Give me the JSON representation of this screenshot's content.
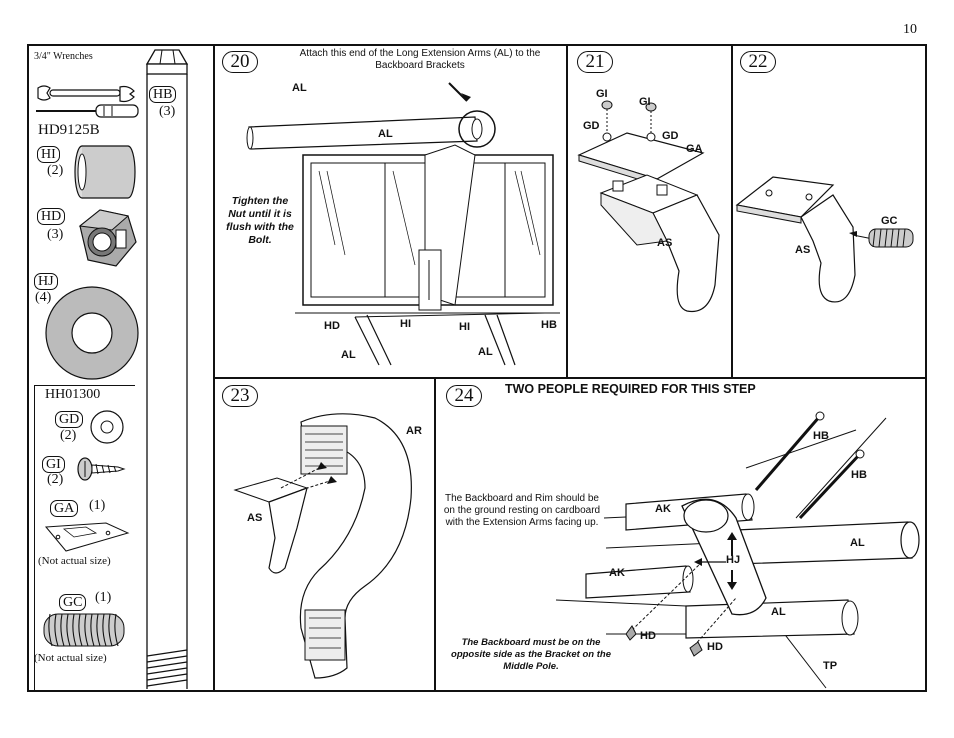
{
  "page_number": "10",
  "parts_panel": {
    "wrench_label": "3/4\" Wrenches",
    "kit1": "HD9125B",
    "kit2": "HH01300",
    "parts": [
      {
        "code": "HB",
        "qty": "(3)"
      },
      {
        "code": "HI",
        "qty": "(2)"
      },
      {
        "code": "HD",
        "qty": "(3)"
      },
      {
        "code": "HJ",
        "qty": "(4)"
      },
      {
        "code": "GD",
        "qty": "(2)"
      },
      {
        "code": "GI",
        "qty": "(2)"
      },
      {
        "code": "GA",
        "qty": "(1)"
      },
      {
        "code": "GC",
        "qty": "(1)"
      }
    ],
    "not_actual_size_1": "(Not actual size)",
    "not_actual_size_2": "(Not actual size)"
  },
  "steps": {
    "s20": {
      "number": "20",
      "attach_note": "Attach this end of the Long Extension Arms (AL) to the Backboard Brackets",
      "tighten_note": "Tighten the Nut until it is flush with the Bolt.",
      "labels": {
        "al_top": "AL",
        "al_arm": "AL",
        "hd": "HD",
        "hi1": "HI",
        "hi2": "HI",
        "hb": "HB",
        "al_b1": "AL",
        "al_b2": "AL"
      }
    },
    "s21": {
      "number": "21",
      "labels": {
        "gi1": "GI",
        "gi2": "GI",
        "gd1": "GD",
        "gd2": "GD",
        "ga": "GA",
        "as": "AS"
      }
    },
    "s22": {
      "number": "22",
      "labels": {
        "gc": "GC",
        "as": "AS"
      }
    },
    "s23": {
      "number": "23",
      "labels": {
        "ar": "AR",
        "as": "AS"
      }
    },
    "s24": {
      "number": "24",
      "heading": "TWO PEOPLE REQUIRED FOR THIS STEP",
      "note1": "The Backboard and Rim should be on the ground resting on cardboard with the Extension Arms facing up.",
      "note2": "The Backboard must be on the opposite side as the Bracket on the Middle Pole.",
      "labels": {
        "hb1": "HB",
        "hb2": "HB",
        "ak1": "AK",
        "ak2": "AK",
        "al1": "AL",
        "al2": "AL",
        "hj": "HJ",
        "hd1": "HD",
        "hd2": "HD",
        "tp": "TP"
      }
    }
  }
}
